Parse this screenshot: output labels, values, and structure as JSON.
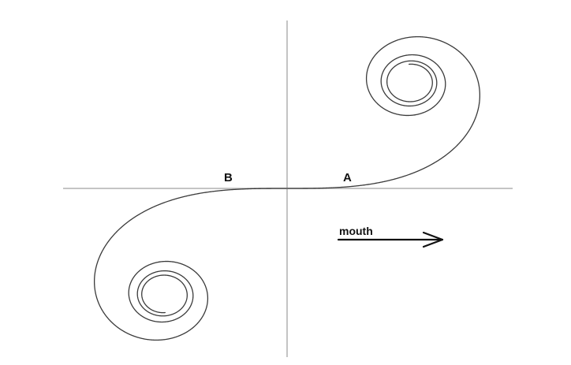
{
  "labels": {
    "point_a": "A",
    "point_b": "B",
    "direction": "mouth"
  },
  "colors": {
    "axis": "#c4c4c4",
    "curve": "#3a3a3a",
    "text": "#111111"
  }
}
